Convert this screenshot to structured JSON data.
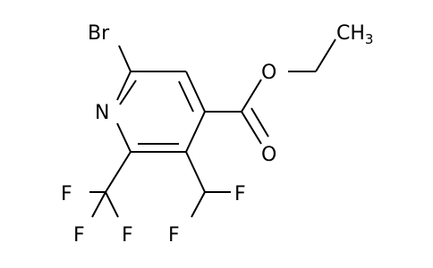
{
  "molecule": {
    "atoms": {
      "br": "Br",
      "n": "N",
      "o_carbonyl": "O",
      "o_ester": "O",
      "ch3_main": "CH",
      "ch3_sub": "3",
      "f1": "F",
      "f2": "F",
      "f3": "F",
      "f4": "F",
      "f5": "F"
    }
  }
}
